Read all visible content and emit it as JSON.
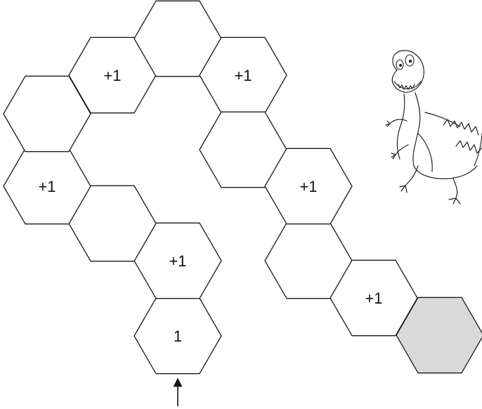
{
  "path": {
    "cells": [
      {
        "id": "start",
        "label": "1",
        "shaded": false
      },
      {
        "id": "c1",
        "label": "+1",
        "shaded": false
      },
      {
        "id": "c2",
        "label": "",
        "shaded": false
      },
      {
        "id": "c3",
        "label": "+1",
        "shaded": false
      },
      {
        "id": "c4",
        "label": "",
        "shaded": false
      },
      {
        "id": "c5",
        "label": "+1",
        "shaded": false
      },
      {
        "id": "c6",
        "label": "",
        "shaded": false
      },
      {
        "id": "c7",
        "label": "+1",
        "shaded": false
      },
      {
        "id": "c8",
        "label": "",
        "shaded": false
      },
      {
        "id": "c9",
        "label": "",
        "shaded": false
      },
      {
        "id": "c10",
        "label": "+1",
        "shaded": false
      },
      {
        "id": "c11",
        "label": "+1",
        "shaded": false
      },
      {
        "id": "c12",
        "label": "",
        "shaded": false
      },
      {
        "id": "goal",
        "label": "",
        "shaded": true
      }
    ],
    "shade_color": "#d9d9d9"
  },
  "entry_arrow": {
    "direction": "up"
  },
  "decoration": {
    "icon": "dinosaur-illustration"
  }
}
